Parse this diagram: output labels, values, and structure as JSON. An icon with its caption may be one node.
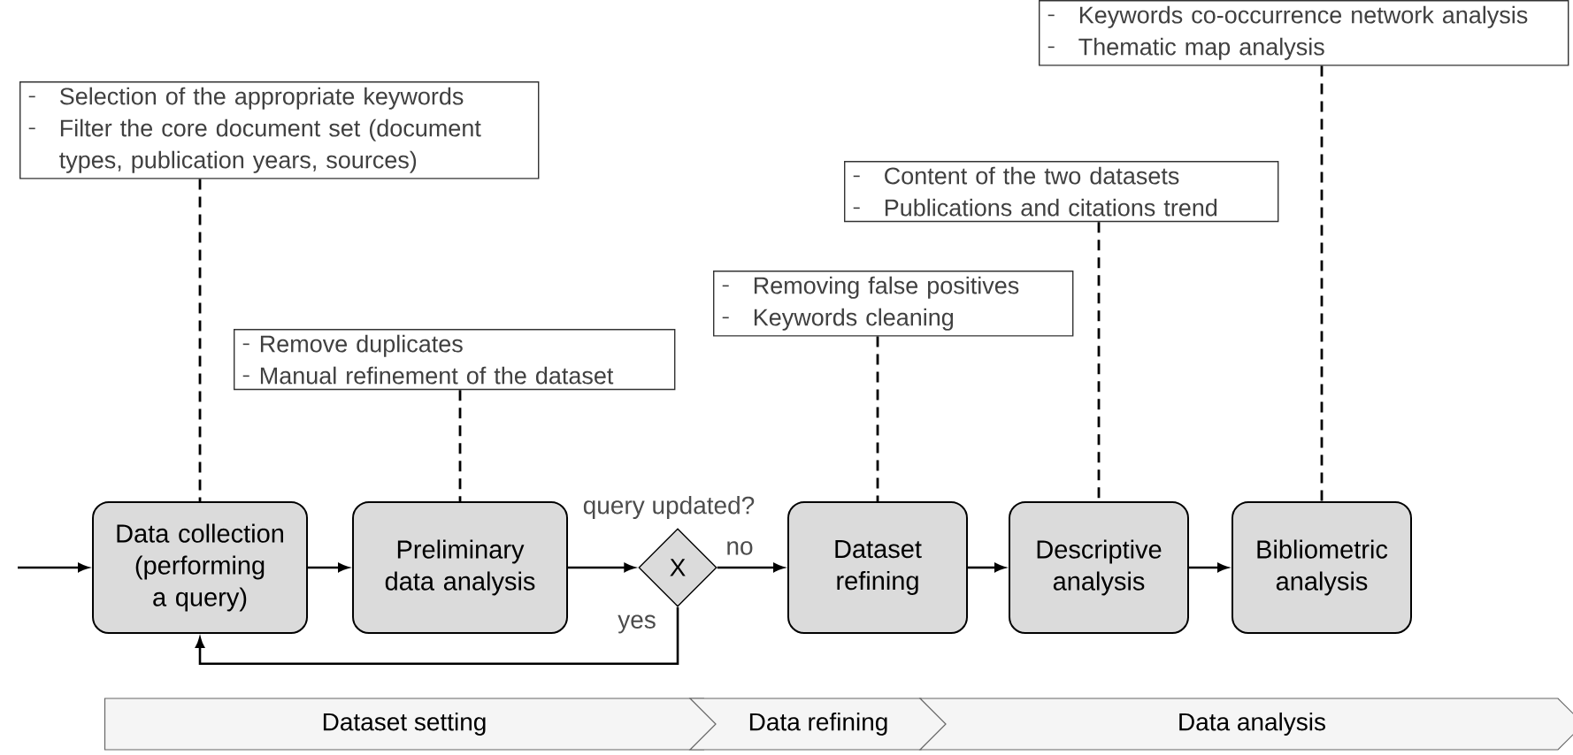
{
  "diagram": {
    "nodes": [
      {
        "text": [
          "Selection of the appropriate keywords",
          "Filter the core document set (document types, publication years, sources)"
        ]
      },
      {
        "text": [
          "Remove duplicates",
          "Manual refinement of the dataset"
        ]
      },
      {
        "text": [
          "Removing false positives",
          "Keywords cleaning"
        ]
      },
      {
        "text": [
          "Content of the two datasets",
          "Publications and citations trend"
        ]
      },
      {
        "text": [
          "Keywords co-occurrence network analysis",
          "Thematic map analysis"
        ]
      },
      {
        "text": [
          "Data collection (performing a query)"
        ]
      },
      {
        "text": [
          "Preliminary data analysis"
        ]
      },
      {
        "text": [
          "X"
        ],
        "beside": [
          "query updated?"
        ]
      },
      {
        "text": [
          "Dataset refining"
        ]
      },
      {
        "text": [
          "Descriptive analysis"
        ]
      },
      {
        "text": [
          "Bibliometric analysis"
        ]
      },
      {
        "text": [
          "Dataset setting"
        ]
      },
      {
        "text": [
          "Data refining"
        ]
      },
      {
        "text": [
          "Data analysis"
        ]
      }
    ],
    "edges": [
      {
        "from": null,
        "to": 5,
        "arrow": "to"
      },
      {
        "from": 5,
        "to": 6,
        "arrow": "to"
      },
      {
        "from": 6,
        "to": 7,
        "arrow": "to"
      },
      {
        "from": 7,
        "to": 8,
        "arrow": "to",
        "label": "no"
      },
      {
        "from": 7,
        "to": 5,
        "arrow": "to",
        "label": "yes"
      },
      {
        "from": 8,
        "to": 9,
        "arrow": "to"
      },
      {
        "from": 9,
        "to": 10,
        "arrow": "to"
      },
      {
        "from": 0,
        "to": 5,
        "arrow": "none",
        "style": "dashed"
      },
      {
        "from": 1,
        "to": 6,
        "arrow": "none",
        "style": "dashed"
      },
      {
        "from": 2,
        "to": 8,
        "arrow": "none",
        "style": "dashed"
      },
      {
        "from": 3,
        "to": 9,
        "arrow": "none",
        "style": "dashed"
      },
      {
        "from": 4,
        "to": 10,
        "arrow": "none",
        "style": "dashed"
      }
    ]
  }
}
